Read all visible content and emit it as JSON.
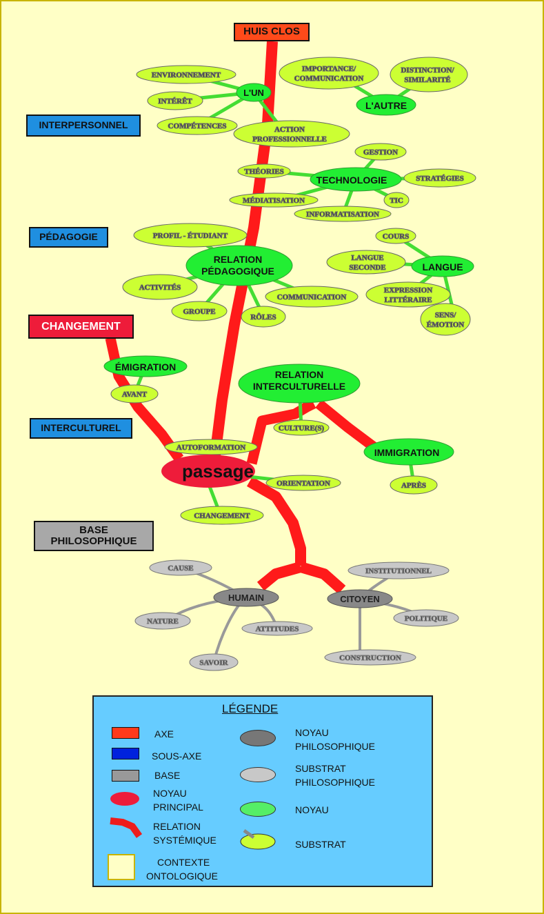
{
  "colors": {
    "axis": "#ff1a1a",
    "sub_axis": "#1f8fe0",
    "base": "#a8a8a8",
    "core": "#22ee33",
    "substrate": "#ccff33",
    "philo_core": "#888888",
    "philo_substrate": "#c8c8c8",
    "principal": "#ee1c3a",
    "background": "#ffffc6"
  },
  "axes": {
    "huis_clos": "HUIS CLOS",
    "changement": "CHANGEMENT"
  },
  "sub_axes": {
    "interpersonnel": "INTERPERSONNEL",
    "pedagogie": "PÉDAGOGIE",
    "interculturel": "INTERCULTUREL"
  },
  "base": [
    "BASE",
    "PHILOSOPHIQUE"
  ],
  "principal": "passage",
  "cores": {
    "l_un": "L'UN",
    "l_autre": "L'AUTRE",
    "technologie": "TECHNOLOGIE",
    "relation_pedagogique": [
      "RELATION",
      "PÉDAGOGIQUE"
    ],
    "langue": "LANGUE",
    "emigration": "ÉMIGRATION",
    "relation_interculturelle": [
      "RELATION",
      "INTERCULTURELLE"
    ],
    "immigration": "IMMIGRATION"
  },
  "substrates": {
    "environnement": "ENVIRONNEMENT",
    "interet": "INTÉRÊT",
    "competences": "COMPÉTENCES",
    "action_professionnelle": [
      "ACTION",
      "PROFESSIONNELLE"
    ],
    "importance_communication": [
      "IMPORTANCE/",
      "COMMUNICATION"
    ],
    "distinction_similarite": [
      "DISTINCTION/",
      "SIMILARITÉ"
    ],
    "gestion": "GESTION",
    "theories": "THÉORIES",
    "strategies": "STRATÉGIES",
    "mediatisation": "MÉDIATISATION",
    "tic": "TIC",
    "informatisation": "INFORMATISATION",
    "profil_etudiant": "PROFIL - ÉTUDIANT",
    "activites": "ACTIVITÉS",
    "groupe": "GROUPE",
    "roles": "RÔLES",
    "communication": "COMMUNICATION",
    "cours": "COURS",
    "langue_seconde": [
      "LANGUE",
      "SECONDE"
    ],
    "expression_litteraire": [
      "EXPRESSION",
      "LITTÉRAIRE"
    ],
    "sens_emotion": [
      "SENS/",
      "ÉMOTION"
    ],
    "avant": "AVANT",
    "cultures": "CULTURE(S)",
    "autoformation": "AUTOFORMATION",
    "orientation": "ORIENTATION",
    "changement": "CHANGEMENT",
    "apres": "APRÈS"
  },
  "philo_cores": {
    "humain": "HUMAIN",
    "citoyen": "CITOYEN"
  },
  "philo_substrates": {
    "cause": "CAUSE",
    "nature": "NATURE",
    "attitudes": "ATTITUDES",
    "savoir": "SAVOIR",
    "institutionnel": "INSTITUTIONNEL",
    "politique": "POLITIQUE",
    "construction": "CONSTRUCTION"
  },
  "legend": {
    "title": "LÉGENDE",
    "axe": "AXE",
    "sous_axe": "SOUS-AXE",
    "base": "BASE",
    "noyau_principal": [
      "NOYAU",
      "PRINCIPAL"
    ],
    "relation_systemique": [
      "RELATION",
      "SYSTÉMIQUE"
    ],
    "contexte_ontologique": [
      "CONTEXTE",
      "ONTOLOGIQUE"
    ],
    "noyau_philosophique": [
      "NOYAU",
      "PHILOSOPHIQUE"
    ],
    "substrat_philosophique": [
      "SUBSTRAT",
      "PHILOSOPHIQUE"
    ],
    "noyau": "NOYAU",
    "substrat": "SUBSTRAT"
  }
}
